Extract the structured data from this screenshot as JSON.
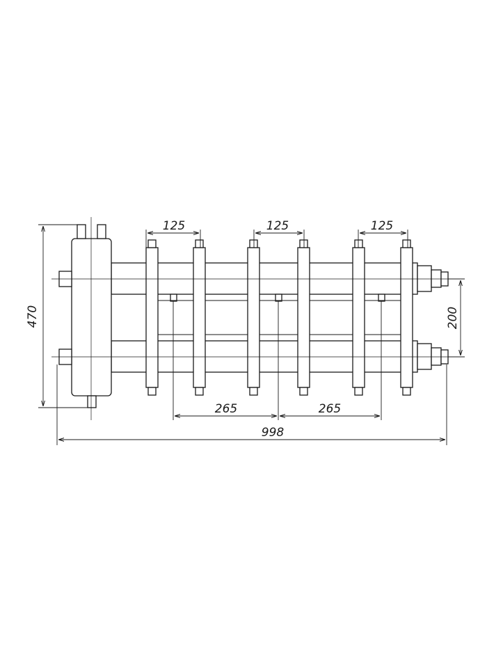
{
  "dimensions": {
    "overall_height": "470",
    "overall_length": "998",
    "circuit_spacing_1": "125",
    "circuit_spacing_2": "125",
    "circuit_spacing_3": "125",
    "circuit_pitch_1": "265",
    "circuit_pitch_2": "265",
    "header_spacing": "200"
  }
}
